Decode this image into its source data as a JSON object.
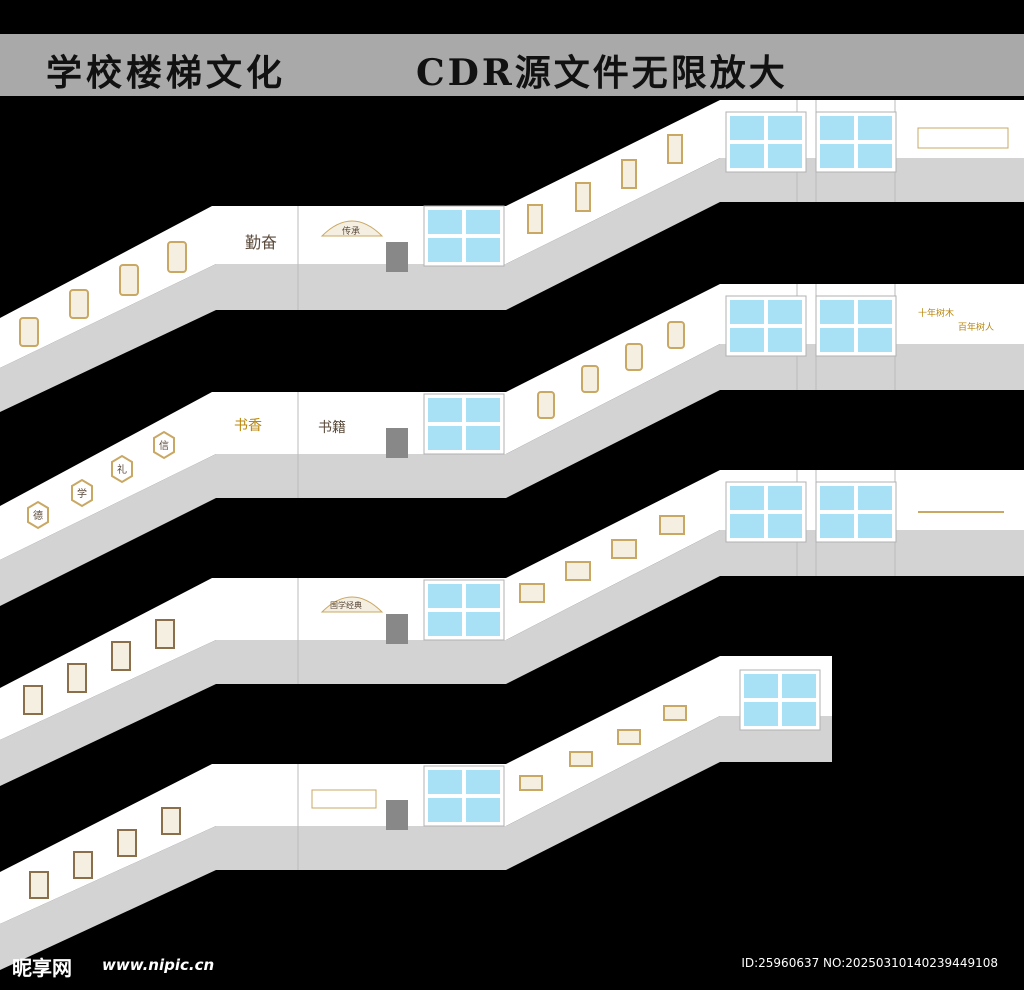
{
  "header": {
    "left_title": "学校楼梯文化",
    "right_title": "CDR源文件无限放大"
  },
  "colors": {
    "background": "#000000",
    "title_bar": "#a9a9a9",
    "wall": "#ffffff",
    "wall_lower": "#d3d3d3",
    "window_glass": "#a8e1f5",
    "decor_gold": "#c9a864",
    "decor_dark": "#5a4a3a"
  },
  "panels": {
    "floor1": {
      "left_slogan": "勤奋",
      "fan_label": "传承"
    },
    "floor2": {
      "hex_chars": [
        "德",
        "学",
        "礼",
        "信"
      ],
      "shuxiang": "书香",
      "shuji": "书籍",
      "right_slogan_a": "十年树木",
      "right_slogan_b": "百年树人"
    },
    "floor3": {
      "fan_label": "国学经典"
    }
  },
  "footer": {
    "logo": "昵享网",
    "url": "www.nipic.cn",
    "id_text": "ID:25960637 NO:20250310140239449108"
  }
}
